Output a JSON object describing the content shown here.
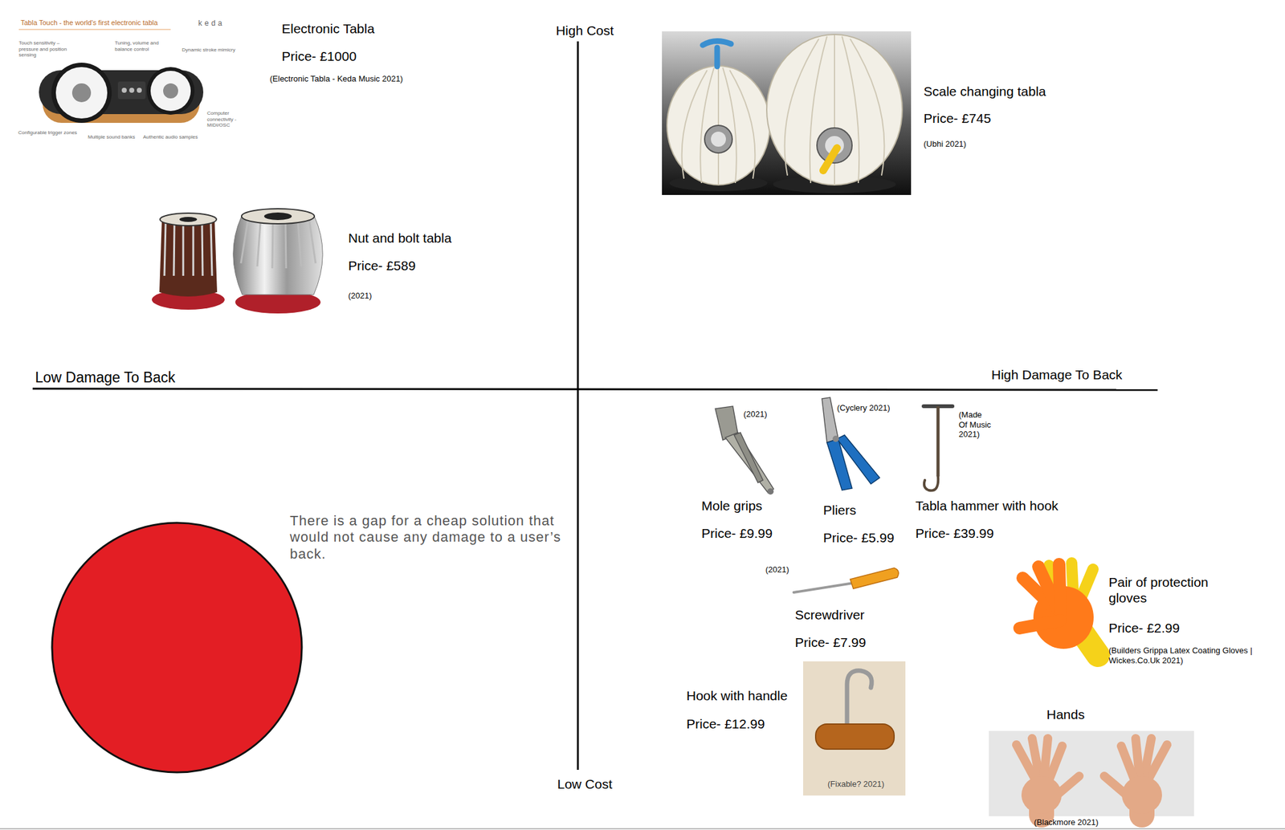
{
  "diagram": {
    "labels": [
      "Tabla Touch - the world's first electronic tabla",
      "keda",
      "Touch sensitivity – pressure and position sensing",
      "Tuning, volume and balance control",
      "Dynamic stroke mimicry",
      "Configurable trigger zones",
      "Multiple sound banks",
      "Authentic audio samples",
      "Computer connectivity - MIDI/OSC",
      "Electronic Tabla",
      "Price- £1000",
      "(Electronic Tabla - Keda Music 2021)",
      "High Cost",
      "Scale changing tabla",
      "Price- £745",
      "(Ubhi 2021)",
      "Nut and bolt tabla",
      "Price- £589",
      "(2021)",
      "Low Damage To Back",
      "High Damage To Back",
      "(2021)",
      "(Cyclery 2021)",
      "(Made Of Music 2021)",
      "Mole grips",
      "Price- £9.99",
      "Pliers",
      "Price- £5.99",
      "Tabla hammer with hook",
      "Price- £39.99",
      "There is a gap for a cheap solution that would not cause any damage to a user’s back.",
      "(2021)",
      "Pair of protection gloves",
      "Screwdriver",
      "Price- £2.99",
      "Price- £7.99",
      "(Builders Grippa Latex Coating Gloves | Wickes.Co.Uk 2021)",
      "Hook with handle",
      "Hands",
      "Price- £12.99",
      "(Fixable? 2021)",
      "Low Cost",
      "(Blackmore 2021)"
    ]
  }
}
